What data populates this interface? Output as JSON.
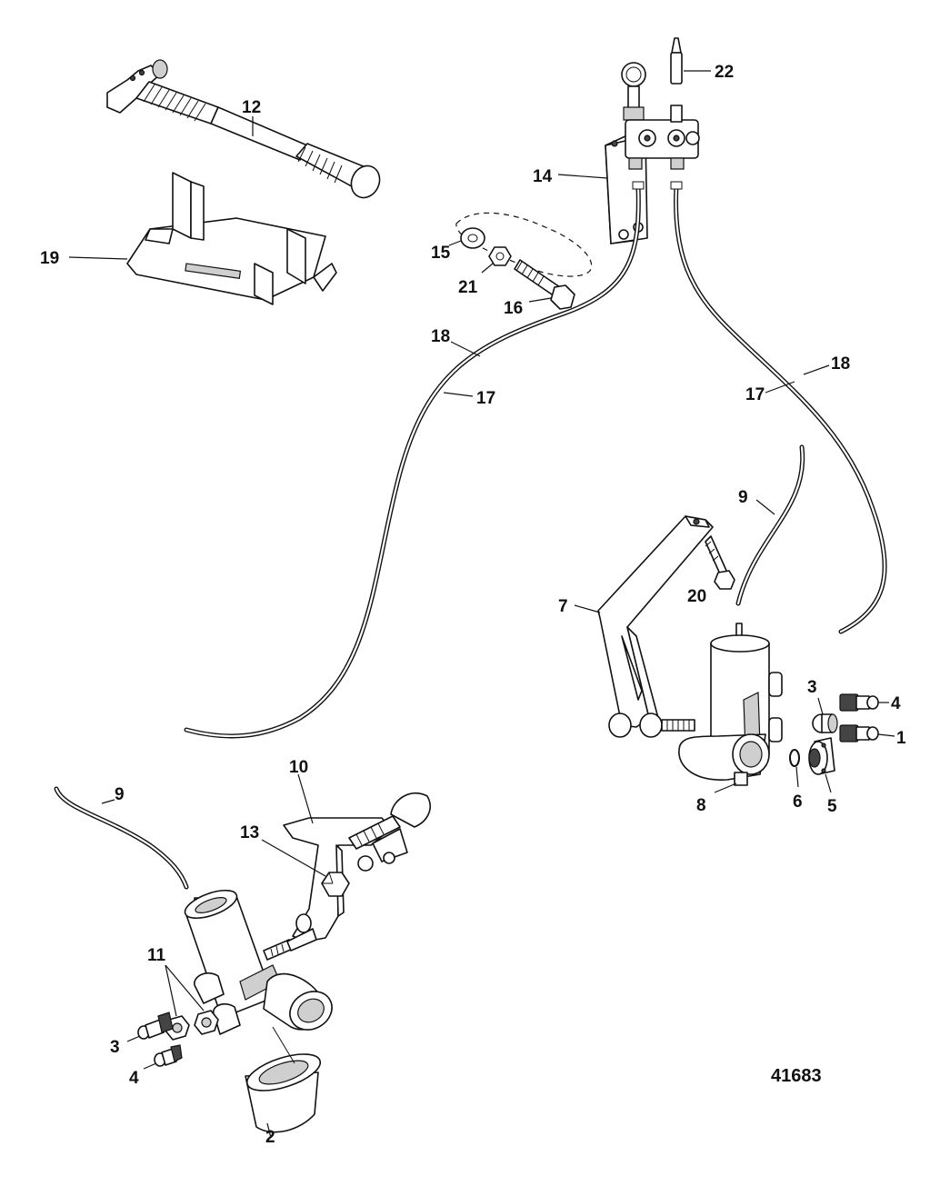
{
  "figure_number": "41683",
  "callouts": [
    {
      "id": "c12",
      "label": "12"
    },
    {
      "id": "c19",
      "label": "19"
    },
    {
      "id": "c22",
      "label": "22"
    },
    {
      "id": "c14",
      "label": "14"
    },
    {
      "id": "c15",
      "label": "15"
    },
    {
      "id": "c21",
      "label": "21"
    },
    {
      "id": "c16",
      "label": "16"
    },
    {
      "id": "c18a",
      "label": "18"
    },
    {
      "id": "c17a",
      "label": "17"
    },
    {
      "id": "c18b",
      "label": "18"
    },
    {
      "id": "c17b",
      "label": "17"
    },
    {
      "id": "c9a",
      "label": "9"
    },
    {
      "id": "c20",
      "label": "20"
    },
    {
      "id": "c7",
      "label": "7"
    },
    {
      "id": "c8",
      "label": "8"
    },
    {
      "id": "c3a",
      "label": "3"
    },
    {
      "id": "c4a",
      "label": "4"
    },
    {
      "id": "c1",
      "label": "1"
    },
    {
      "id": "c6",
      "label": "6"
    },
    {
      "id": "c5",
      "label": "5"
    },
    {
      "id": "c9b",
      "label": "9"
    },
    {
      "id": "c10",
      "label": "10"
    },
    {
      "id": "c13",
      "label": "13"
    },
    {
      "id": "c11",
      "label": "11"
    },
    {
      "id": "c3b",
      "label": "3"
    },
    {
      "id": "c4b",
      "label": "4"
    },
    {
      "id": "c2",
      "label": "2"
    }
  ]
}
